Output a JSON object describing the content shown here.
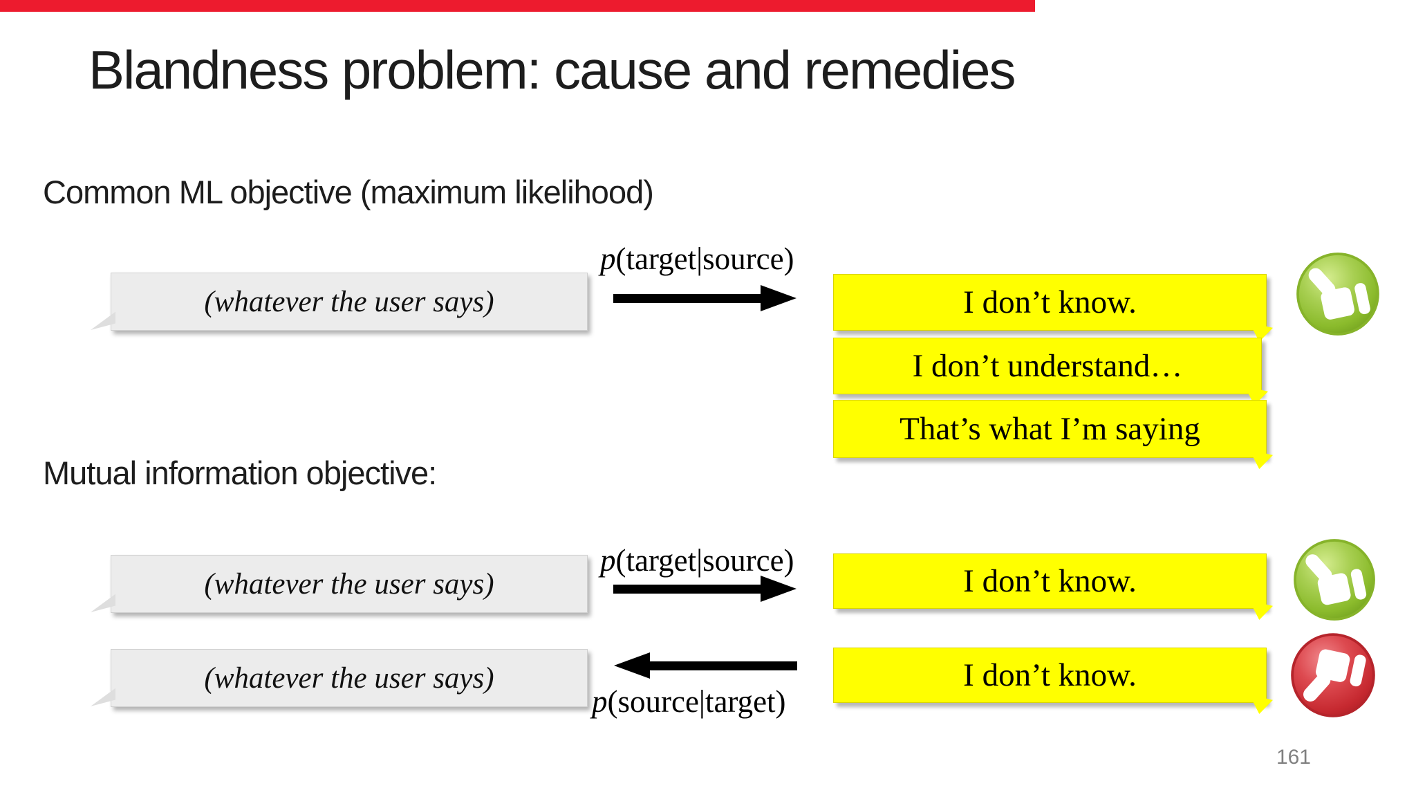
{
  "slide": {
    "title": "Blandness problem: cause and remedies",
    "page_number": "161"
  },
  "sections": {
    "common_ml": "Common ML objective (maximum likelihood)",
    "mutual_info": "Mutual information objective:"
  },
  "math_labels": {
    "p_symbol": "p",
    "forward_args": "(target|source)",
    "backward_args": "(source|target)"
  },
  "bubbles": {
    "user_utterance": "(whatever the user says)",
    "common_ml_responses": [
      "I don’t know.",
      "I don’t understand…",
      "That’s what I’m saying"
    ],
    "mutual_forward_response": "I don’t know.",
    "mutual_backward_response": "I don’t know."
  },
  "icons": {
    "positive": "thumbs-up",
    "negative": "thumbs-down"
  },
  "colors": {
    "accent_bar": "#ed1b2e",
    "user_bubble": "#ececec",
    "response_bubble": "#ffff00",
    "positive_icon": "#8bbb2c",
    "negative_icon": "#c62930",
    "text": "#1d1d1d",
    "page_number": "#808080"
  }
}
